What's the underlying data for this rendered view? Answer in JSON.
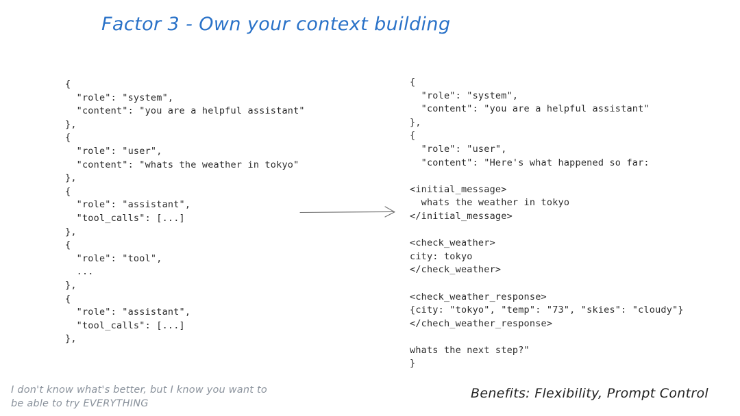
{
  "slide": {
    "title": "Factor 3 - Own your context building",
    "title_color": "#2a72c8",
    "background_color": "#ffffff"
  },
  "left_code_block": {
    "name": "standard-message-array",
    "text_color": "#2b2b2b",
    "lines": [
      "{",
      "  \"role\": \"system\",",
      "  \"content\": \"you are a helpful assistant\"",
      "},",
      "{",
      "  \"role\": \"user\",",
      "  \"content\": \"whats the weather in tokyo\"",
      "},",
      "{",
      "  \"role\": \"assistant\",",
      "  \"tool_calls\": [...]",
      "},",
      "{",
      "  \"role\": \"tool\",",
      "  ...",
      "},",
      "{",
      "  \"role\": \"assistant\",",
      "  \"tool_calls\": [...]",
      "},"
    ]
  },
  "right_code_block": {
    "name": "custom-context-window",
    "text_color": "#2b2b2b",
    "lines": [
      "{",
      "  \"role\": \"system\",",
      "  \"content\": \"you are a helpful assistant\"",
      "},",
      "{",
      "  \"role\": \"user\",",
      "  \"content\": \"Here's what happened so far:",
      "",
      "<initial_message>",
      "  whats the weather in tokyo",
      "</initial_message>",
      "",
      "<check_weather>",
      "city: tokyo",
      "</check_weather>",
      "",
      "<check_weather_response>",
      "{city: \"tokyo\", \"temp\": \"73\", \"skies\": \"cloudy\"}",
      "</chech_weather_response>",
      "",
      "whats the next step?\"",
      "}"
    ]
  },
  "arrow": {
    "name": "transform-arrow",
    "color": "#6e6e6e",
    "direction": "right"
  },
  "annotations": {
    "bottom_left_note": "I don't know what's better, but I know you want to\nbe able to try EVERYTHING",
    "bottom_left_color": "#8a929c",
    "benefits": "Benefits: Flexibility, Prompt Control",
    "benefits_color": "#232323"
  }
}
